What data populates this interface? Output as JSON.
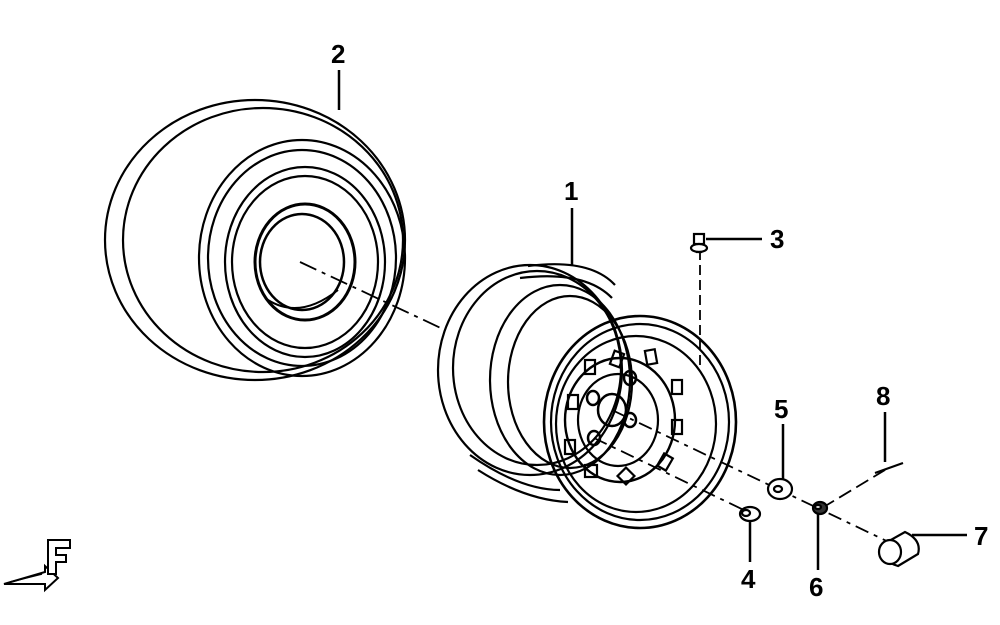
{
  "callouts": [
    {
      "id": "1",
      "label": "1"
    },
    {
      "id": "2",
      "label": "2"
    },
    {
      "id": "3",
      "label": "3"
    },
    {
      "id": "4",
      "label": "4"
    },
    {
      "id": "5",
      "label": "5"
    },
    {
      "id": "6",
      "label": "6"
    },
    {
      "id": "7",
      "label": "7"
    },
    {
      "id": "8",
      "label": "8"
    }
  ],
  "direction_marker": {
    "letter": "F"
  }
}
